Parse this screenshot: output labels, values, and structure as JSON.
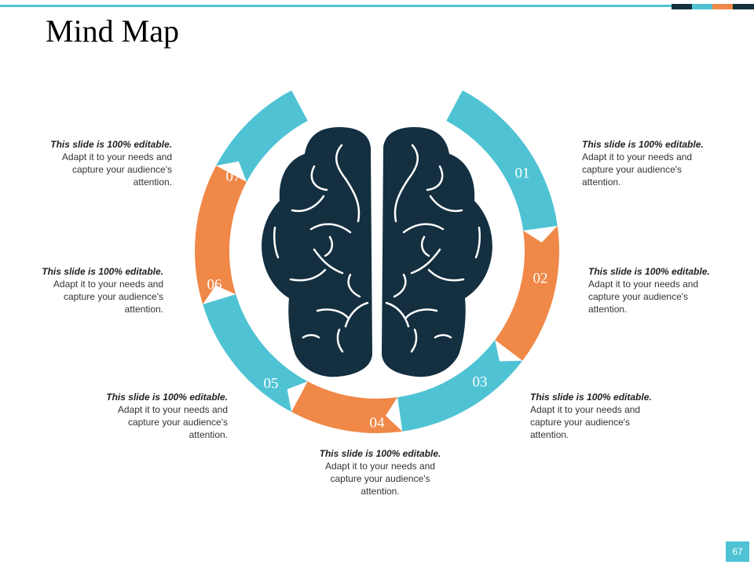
{
  "slide": {
    "title": "Mind Map",
    "page_number": "67"
  },
  "colors": {
    "teal": "#4fc3d4",
    "orange": "#f08848",
    "navy": "#132f40",
    "accent_bar": [
      "#132f40",
      "#4fc3d4",
      "#f08848",
      "#132f40"
    ]
  },
  "center_icon": "brain-icon",
  "segments": [
    {
      "number": "01",
      "color": "#4fc3d4",
      "text_bold": "This slide is 100% editable.",
      "text_rest": " Adapt it to your needs and capture your audience's attention."
    },
    {
      "number": "02",
      "color": "#f08848",
      "text_bold": "This slide is 100% editable.",
      "text_rest": " Adapt it to your needs and capture your audience's attention."
    },
    {
      "number": "03",
      "color": "#4fc3d4",
      "text_bold": "This slide is 100% editable.",
      "text_rest": " Adapt it to your needs and capture your audience's attention."
    },
    {
      "number": "04",
      "color": "#f08848",
      "text_bold": "This slide is 100% editable.",
      "text_rest": " Adapt it to your needs and capture your audience's attention."
    },
    {
      "number": "05",
      "color": "#4fc3d4",
      "text_bold": "This slide is 100% editable.",
      "text_rest": " Adapt it to your needs and capture your audience's attention."
    },
    {
      "number": "06",
      "color": "#f08848",
      "text_bold": "This slide is 100% editable.",
      "text_rest": " Adapt it to your needs and capture your audience's attention."
    },
    {
      "number": "07",
      "color": "#4fc3d4",
      "text_bold": "This slide is 100% editable.",
      "text_rest": " Adapt it to your needs and capture your audience's attention."
    }
  ]
}
